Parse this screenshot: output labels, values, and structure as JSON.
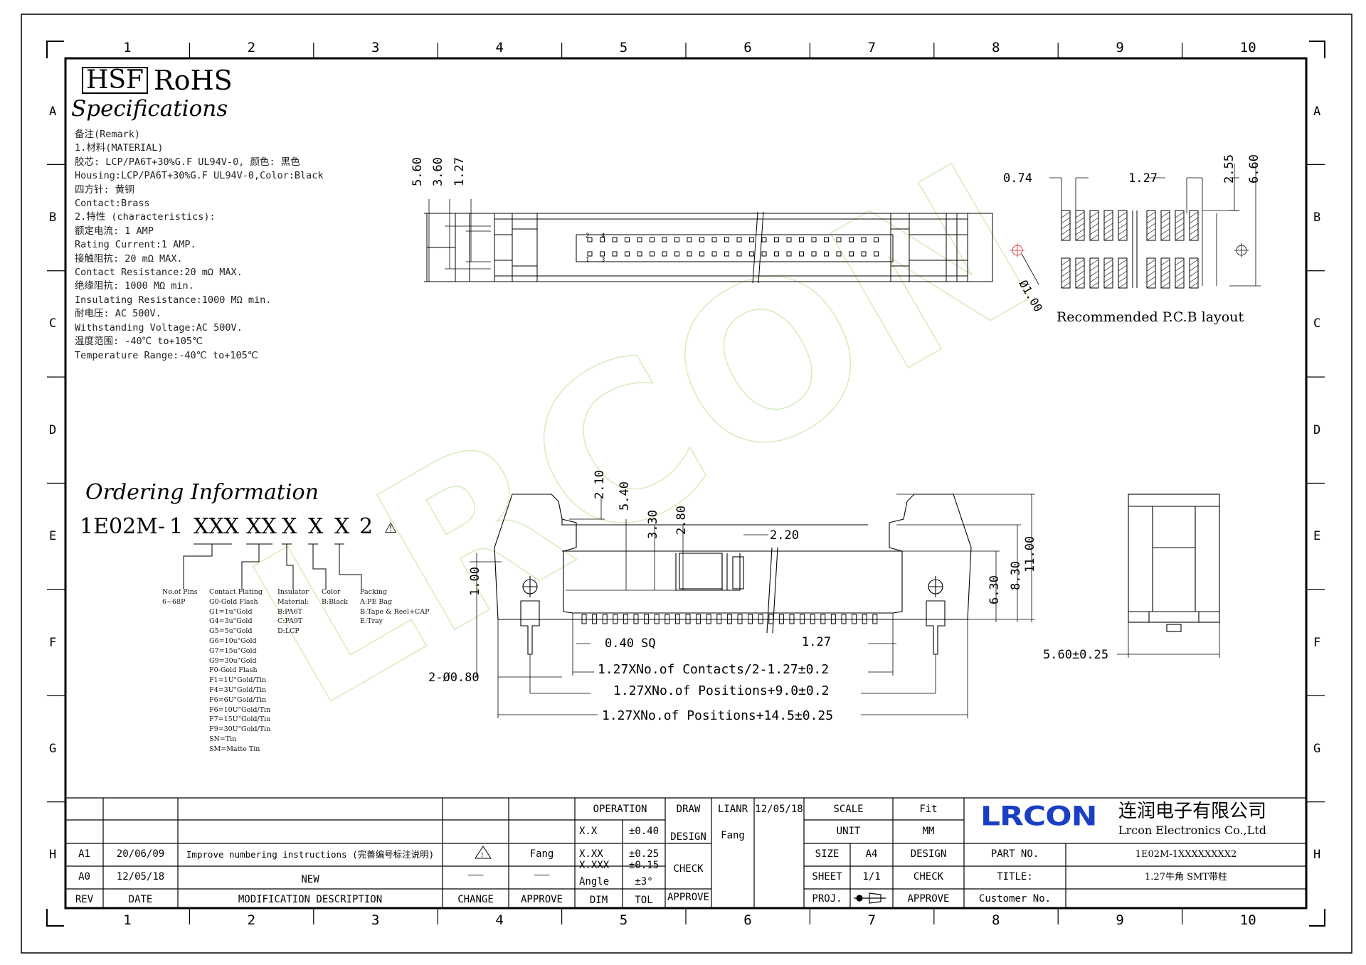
{
  "frame": {
    "columns": [
      "1",
      "2",
      "3",
      "4",
      "5",
      "6",
      "7",
      "8",
      "9",
      "10"
    ],
    "rows": [
      "A",
      "B",
      "C",
      "D",
      "E",
      "F",
      "G",
      "H"
    ]
  },
  "header": {
    "hsf": "HSF",
    "rohs": "RoHS",
    "title": "Specifications"
  },
  "specs": [
    "备注(Remark)",
    "1.材料(MATERIAL)",
    "胶芯: LCP/PA6T+30%G.F UL94V-0, 颜色: 黑色",
    "Housing:LCP/PA6T+30%G.F UL94V-0,Color:Black",
    "四方针: 黄铜",
    "Contact:Brass",
    "2.特性 (characteristics):",
    "额定电流: 1 AMP",
    "Rating Current:1 AMP.",
    "接触阻抗: 20 mΩ MAX.",
    "Contact Resistance:20 mΩ MAX.",
    "绝缘阻抗: 1000 MΩ min.",
    "Insulating Resistance:1000 MΩ  min.",
    "耐电压: AC 500V.",
    "Withstanding Voltage:AC 500V.",
    "温度范围: -40℃ to+105℃",
    "Temperature Range:-40℃ to+105℃"
  ],
  "ordering": {
    "title": "Ordering Information",
    "code_prefix": "1E02M-",
    "code_parts": [
      "1",
      "XXX",
      "XX",
      "X",
      "X",
      "X",
      "2"
    ],
    "pins": [
      "No.of Pins",
      "6~68P"
    ],
    "plating": [
      "Contact Plating",
      "G0-Gold Flash",
      "G1=1u\"Gold",
      "G4=3u\"Gold",
      "G5=5u\"Gold",
      "G6=10u\"Gold",
      "G7=15u\"Gold",
      "G9=30u\"Gold",
      "F0-Gold Flash",
      "F1=1U\"Gold/Tin",
      "F4=3U\"Gold/Tin",
      "F6=6U\"Gold/Tin",
      "F6=10U\"Gold/Tin",
      "F7=15U\"Gold/Tin",
      "F9=30U\"Gold/Tin",
      "SN=Tin",
      "SM=Matte Tin"
    ],
    "insulator": [
      "Insulator",
      "Material:",
      "B:PA6T",
      "C:PA9T",
      "D:LCP"
    ],
    "color": [
      "Color",
      "B:Black"
    ],
    "packing": [
      "Packing",
      "A:PE Bag",
      "B:Tape & Reel+CAP",
      "E:Tray"
    ]
  },
  "top_view": {
    "dims": [
      "5.60",
      "3.60",
      "1.27"
    ],
    "pin_labels": [
      "2",
      "4",
      "1",
      "3"
    ]
  },
  "pcb_layout": {
    "dims": [
      "0.74",
      "1.27",
      "2.55",
      "6.60",
      "Ø1.00"
    ],
    "caption": "Recommended P.C.B layout"
  },
  "front_view": {
    "dims_vertical": [
      "2.10",
      "5.40",
      "3.30",
      "2.80",
      "1.00",
      "6.30",
      "8.30",
      "11.00"
    ],
    "dim_220": "2.20",
    "dim_sq": "0.40 SQ",
    "dim_127": "1.27",
    "dim_hole": "2-Ø0.80",
    "formula1": "1.27XNo.of Contacts/2-1.27±0.2",
    "formula2": "1.27XNo.of Positions+9.0±0.2",
    "formula3": "1.27XNo.of Positions+14.5±0.25"
  },
  "side_view": {
    "dim": "5.60±0.25"
  },
  "watermark": "LRCON",
  "title_block": {
    "revisions": [
      {
        "rev": "A1",
        "date": "20/06/09",
        "desc": "Improve numbering instructions (完善编号标注说明)",
        "change": "⚠",
        "approve": "Fang"
      },
      {
        "rev": "A0",
        "date": "12/05/18",
        "desc": "NEW",
        "change": "———",
        "approve": "———"
      }
    ],
    "headers": {
      "rev": "REV",
      "date": "DATE",
      "desc": "MODIFICATION DESCRIPTION",
      "change": "CHANGE",
      "approve": "APPROVE"
    },
    "operation": "OPERATION",
    "tolerances": [
      {
        "dim": "X.X",
        "tol": "±0.40"
      },
      {
        "dim": "X.XX",
        "tol": "±0.25"
      },
      {
        "dim": "X.XXX",
        "tol": "±0.15"
      },
      {
        "dim": "Angle",
        "tol": "±3°"
      }
    ],
    "dim_label": "DIM",
    "tol_label": "TOL",
    "draw": "DRAW",
    "drawer": "LIANR",
    "draw_date": "12/05/18",
    "design": "DESIGN",
    "designer": "Fang",
    "check": "CHECK",
    "approve": "APPROVE",
    "scale_label": "SCALE",
    "scale_value": "Fit",
    "unit_label": "UNIT",
    "unit_value": "MM",
    "size_label": "SIZE",
    "size_value": "A4",
    "design2": "DESIGN",
    "sheet_label": "SHEET",
    "sheet_value": "1/1",
    "check2": "CHECK",
    "proj_label": "PROJ.",
    "approve2": "APPROVE",
    "company_logo": "LRCON",
    "company_cn": "连润电子有限公司",
    "company_en": "Lrcon Electronics Co.,Ltd",
    "part_no_label": "PART NO.",
    "part_no": "1E02M-1XXXXXXXX2",
    "title_label": "TITLE:",
    "title_value": "1.27牛角 SMT带柱",
    "customer_label": "Customer No."
  },
  "colors": {
    "logo_blue": "#1a3fc4",
    "watermark_green": "#cfe8b0",
    "marker_red": "#d42020"
  }
}
